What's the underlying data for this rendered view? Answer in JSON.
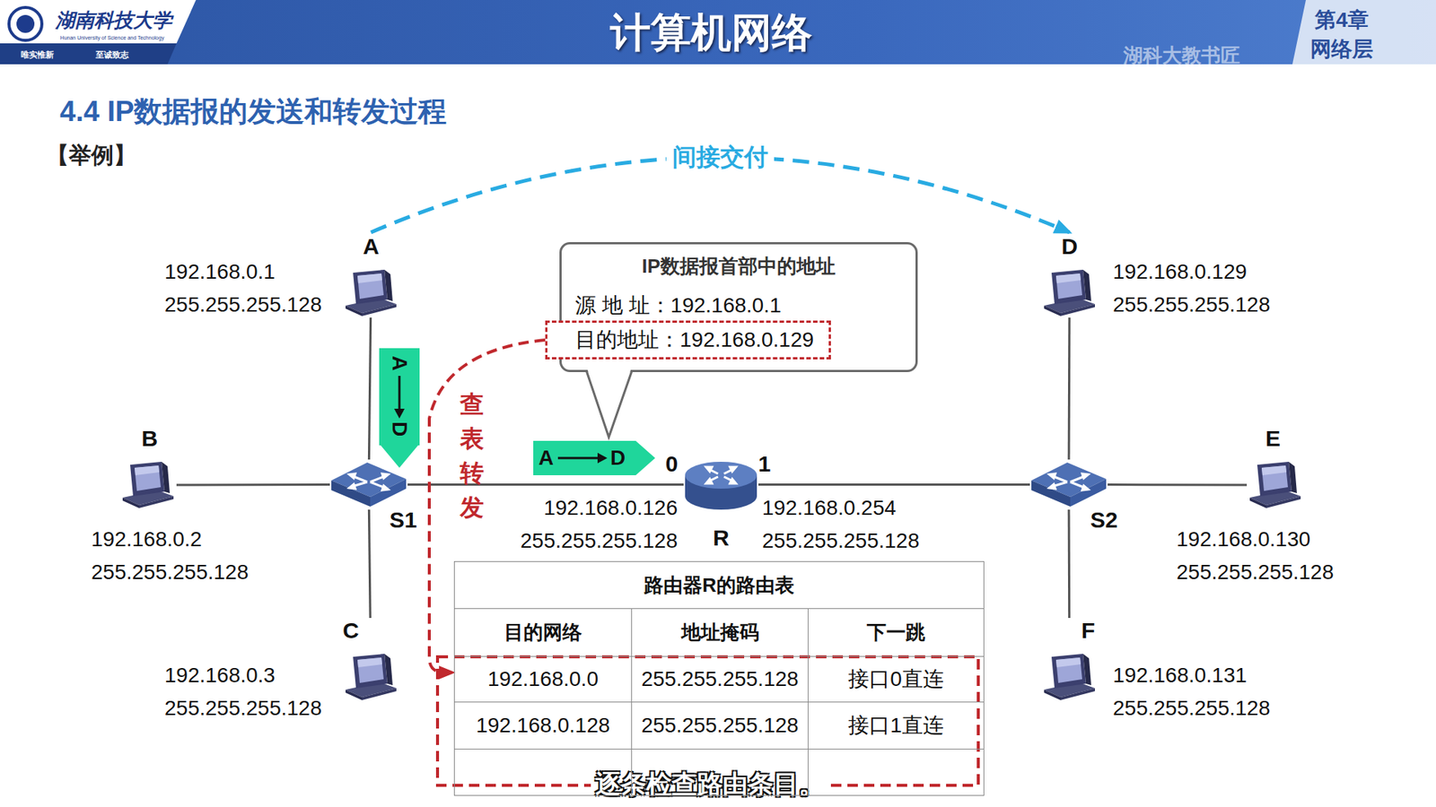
{
  "diagram": {
    "title": "4.4 IP数据报的发送和转发过程",
    "nodes": [
      {
        "text": [
          "A",
          "192.168.0.1 255.255.255.128"
        ]
      },
      {
        "text": [
          "B",
          "192.168.0.2 255.255.255.128"
        ]
      },
      {
        "text": [
          "C",
          "192.168.0.3 255.255.255.128"
        ]
      },
      {
        "text": [
          "D",
          "192.168.0.129 255.255.255.128"
        ]
      },
      {
        "text": [
          "E",
          "192.168.0.130 255.255.255.128"
        ]
      },
      {
        "text": [
          "F",
          "192.168.0.131 255.255.255.128"
        ]
      },
      {
        "text": [
          "S1"
        ]
      },
      {
        "text": [
          "S2"
        ]
      },
      {
        "text": [
          "R"
        ]
      },
      {
        "text": [
          "IP数据报首部中的地址",
          "源 地 址：192.168.0.1"
        ]
      },
      {
        "text": [
          "目的地址：192.168.0.129"
        ],
        "in": 9
      },
      {
        "text": [
          "路由器R的路由表"
        ]
      }
    ],
    "edges": [
      {
        "from": 0,
        "to": 6,
        "arrow": "none"
      },
      {
        "from": 1,
        "to": 6,
        "arrow": "none"
      },
      {
        "from": 6,
        "to": 2,
        "arrow": "none"
      },
      {
        "from": 6,
        "to": 8,
        "arrow": "none"
      },
      {
        "from": 8,
        "to": 7,
        "arrow": "none"
      },
      {
        "from": 7,
        "to": 3,
        "arrow": "none"
      },
      {
        "from": 7,
        "to": 4,
        "arrow": "none"
      },
      {
        "from": 7,
        "to": 5,
        "arrow": "none"
      },
      {
        "from": 0,
        "to": 3,
        "label": "间接交付",
        "arrow": "to"
      },
      {
        "from": 10,
        "to": 11,
        "label": "查表 转发",
        "arrow": "to"
      }
    ],
    "labels": [
      "湖南科技大学",
      "Hunan University of Science and Technology",
      "唯实惟新",
      "至诚致志",
      "计算机网络",
      "湖科大教书匠",
      "第4章",
      "网络层",
      "【举例】",
      "A",
      "D",
      "A",
      "D",
      "0",
      "1",
      "192.168.0.126 255.255.255.128",
      "192.168.0.254 255.255.255.128",
      "SWITCH",
      "SWITCH",
      "ROUTER",
      "目的网络",
      "地址掩码",
      "下一跳",
      "192.168.0.0",
      "255.255.255.128",
      "接口0直连",
      "192.168.0.128",
      "255.255.255.128",
      "接口1直连",
      "逐条检查路由条目。"
    ]
  }
}
